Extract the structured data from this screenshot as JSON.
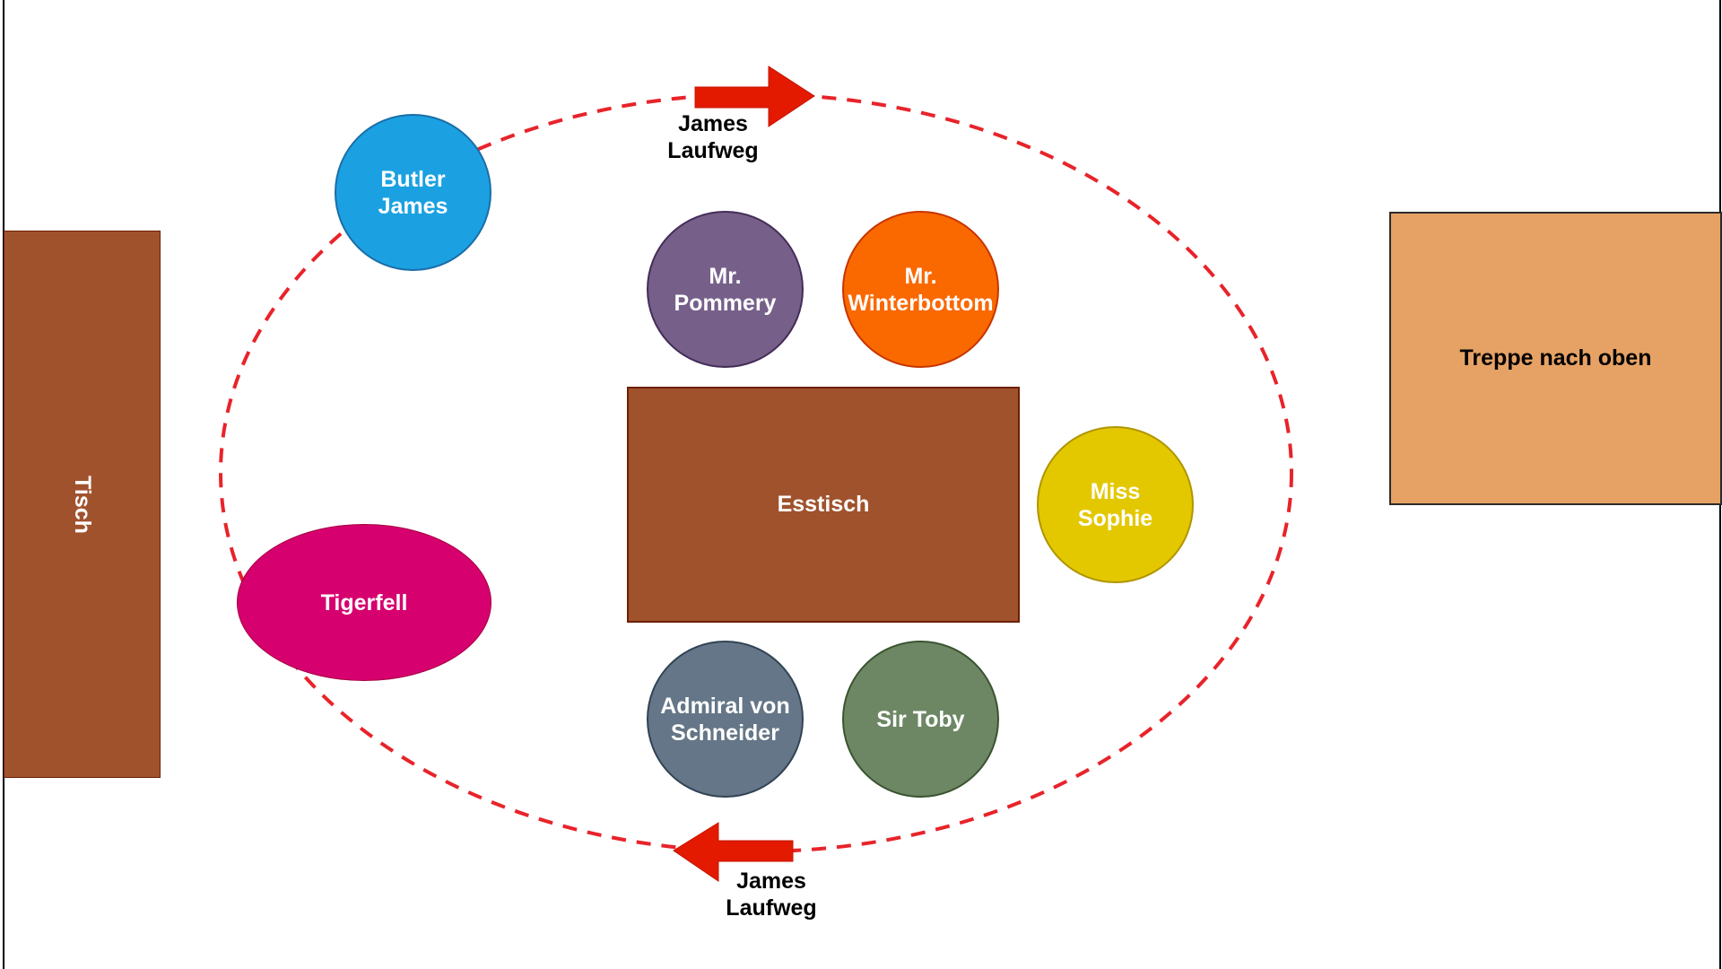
{
  "diagram": {
    "title_hint": "Dinner for One – Raumplan",
    "colors": {
      "path": "#e8232a",
      "arrow": "#e31a00",
      "wood": "#a0522d",
      "stairs": "#e6a265"
    },
    "furniture": {
      "side_table": {
        "label": "Tisch",
        "color": "#a0522d"
      },
      "dining_table": {
        "label": "Esstisch",
        "color": "#a0522d"
      },
      "stairs": {
        "label": "Treppe nach oben",
        "color": "#e6a265"
      },
      "tiger_rug": {
        "label": "Tigerfell",
        "color": "#d6006e"
      }
    },
    "people": [
      {
        "id": "butler-james",
        "label": "Butler\nJames",
        "color": "#1ba1e2",
        "border": "#1a6ea8"
      },
      {
        "id": "mr-pommery",
        "label": "Mr.\nPommery",
        "color": "#76608a",
        "border": "#432d57"
      },
      {
        "id": "mr-winterbottom",
        "label": "Mr.\nWinterbottom",
        "color": "#fa6800",
        "border": "#c73500"
      },
      {
        "id": "miss-sophie",
        "label": "Miss\nSophie",
        "color": "#e3c800",
        "border": "#b09500"
      },
      {
        "id": "admiral-von-schneider",
        "label": "Admiral von\nSchneider",
        "color": "#647687",
        "border": "#314354"
      },
      {
        "id": "sir-toby",
        "label": "Sir Toby",
        "color": "#6d8764",
        "border": "#3a5431"
      }
    ],
    "walk_path": {
      "top_label": "James\nLaufweg",
      "bottom_label": "James\nLaufweg",
      "top_direction": "right",
      "bottom_direction": "left"
    }
  }
}
